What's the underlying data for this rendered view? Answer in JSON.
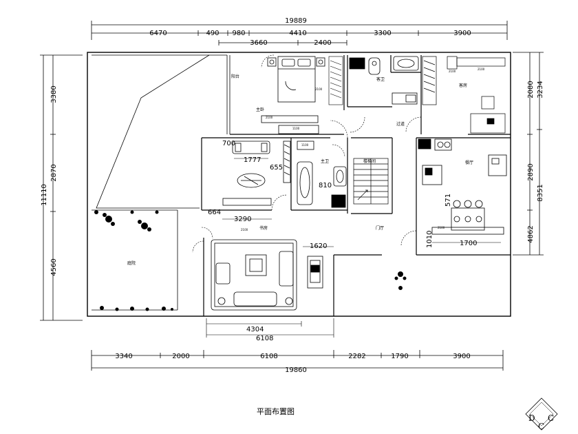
{
  "dims_top_total": "19889",
  "dims_top_row": [
    "6470",
    "490",
    "980",
    "4410",
    "3300",
    "3900"
  ],
  "dims_top_sub": [
    "3660",
    "2400"
  ],
  "dims_bottom_row": [
    "3340",
    "2000",
    "6108",
    "2282",
    "1790",
    "3900"
  ],
  "dims_bottom_total": "19860",
  "dims_left_outer": [
    "3380",
    "2870",
    "4560"
  ],
  "dims_left_total": "11110",
  "dims_right_inner": [
    "2080",
    "2890",
    "4862"
  ],
  "dims_right_outer": [
    "3234",
    "8351"
  ],
  "interior_dims": {
    "d700": "700",
    "d1777": "1777",
    "d655": "655",
    "d810": "810",
    "d664": "664",
    "d3290": "3290",
    "d1620": "1620",
    "d1700": "1700",
    "d571": "571",
    "d1010": "1010",
    "d4304": "4304",
    "d6108": "6108"
  },
  "rooms": {
    "balcony": "阳台",
    "master_bedroom": "主卧",
    "guest_bath": "客卫",
    "guest_room": "客房",
    "corridor": "过道",
    "master_bath": "主卫",
    "stair": "楼梯间",
    "dining": "餐厅",
    "study": "书房",
    "foyer": "门厅",
    "courtyard": "庭院"
  },
  "tiny_labels": {
    "t2100a": "2100",
    "t1100": "1100",
    "t2100b": "2100",
    "t2100c": "2100",
    "t2100d": "2100",
    "t2100e": "2100",
    "t2100f": "2100",
    "t1100b": "1100"
  },
  "caption": "平面布置图",
  "logo_letters": [
    "D",
    "C",
    "C"
  ]
}
